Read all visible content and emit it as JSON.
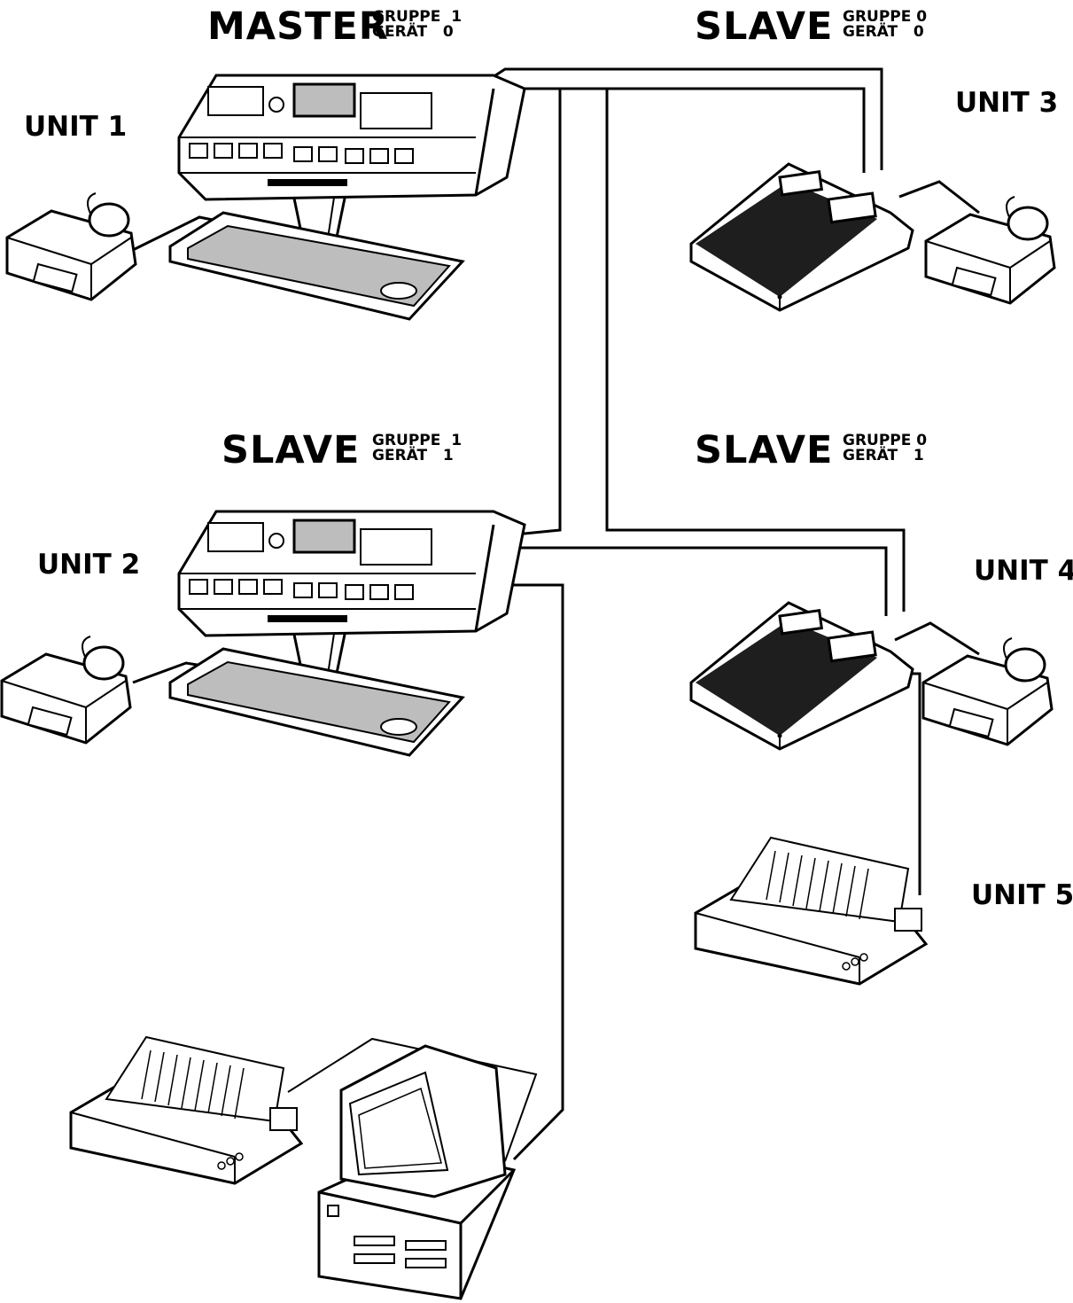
{
  "nodes": {
    "master_top": {
      "role": "MASTER",
      "gruppe": "GRUPPE  1",
      "geraet": "GERÄT   0",
      "unit": "UNIT 1"
    },
    "slave_top_right": {
      "role": "SLAVE",
      "gruppe": "GRUPPE 0",
      "geraet": "GERÄT   0",
      "unit": "UNIT 3"
    },
    "slave_mid_left": {
      "role": "SLAVE",
      "gruppe": "GRUPPE  1",
      "geraet": "GERÄT   1",
      "unit": "UNIT 2"
    },
    "slave_mid_right": {
      "role": "SLAVE",
      "gruppe": "GRUPPE 0",
      "geraet": "GERÄT   1",
      "unit": "UNIT 4"
    },
    "printer_right": {
      "unit": "UNIT 5"
    }
  },
  "colors": {
    "line": "#000000",
    "panel_fill": "#bdbdbd",
    "scale_fill": "#1e1e1e",
    "background": "#ffffff"
  },
  "devices": [
    "label-printer-icon",
    "weighing-terminal-icon",
    "bench-scale-icon",
    "dot-matrix-printer-icon",
    "desktop-computer-icon"
  ]
}
